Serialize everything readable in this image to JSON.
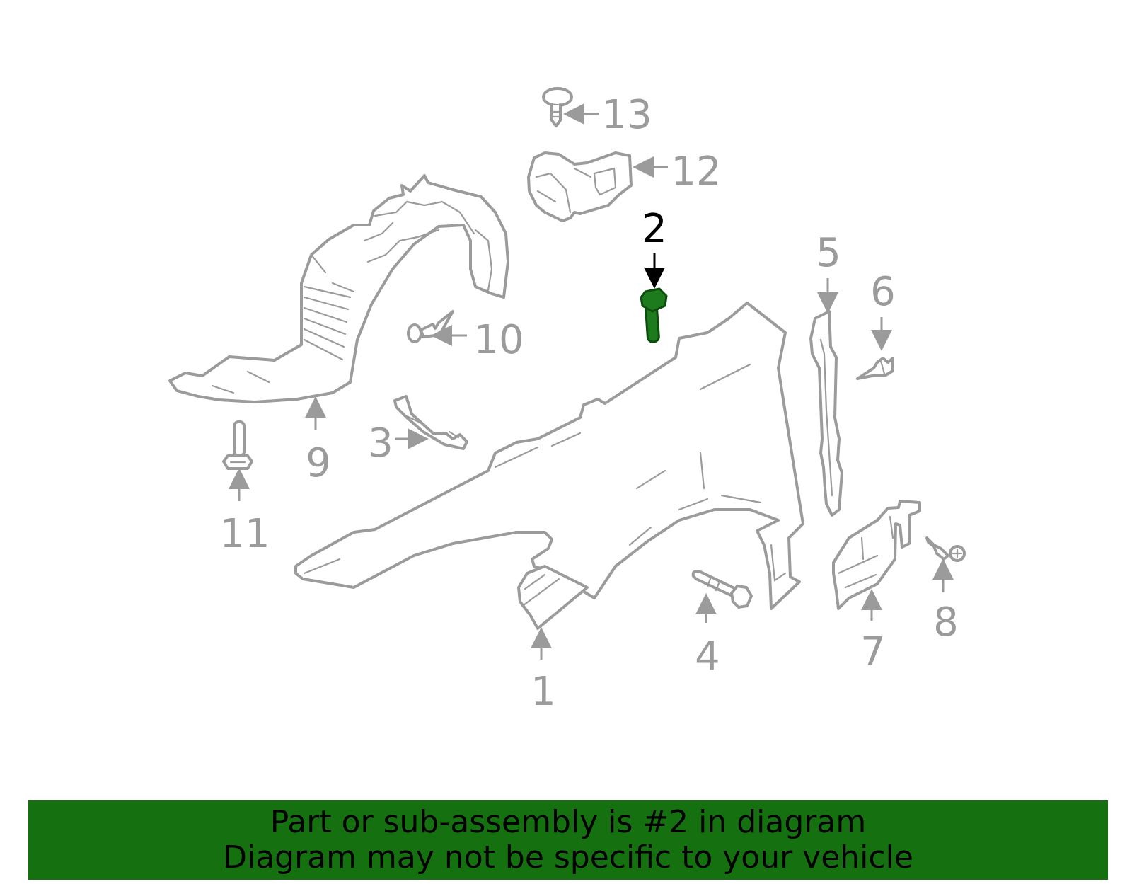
{
  "diagram": {
    "highlighted_part": "2",
    "highlight_color": "#1d7a1d",
    "part_color": "#9b9b9b",
    "labels": [
      "1",
      "2",
      "3",
      "4",
      "5",
      "6",
      "7",
      "8",
      "9",
      "10",
      "11",
      "12",
      "13"
    ]
  },
  "banner": {
    "line1": "Part or sub-assembly is #2 in diagram",
    "line2": "Diagram may not be specific to your vehicle",
    "background": "#15700f"
  }
}
